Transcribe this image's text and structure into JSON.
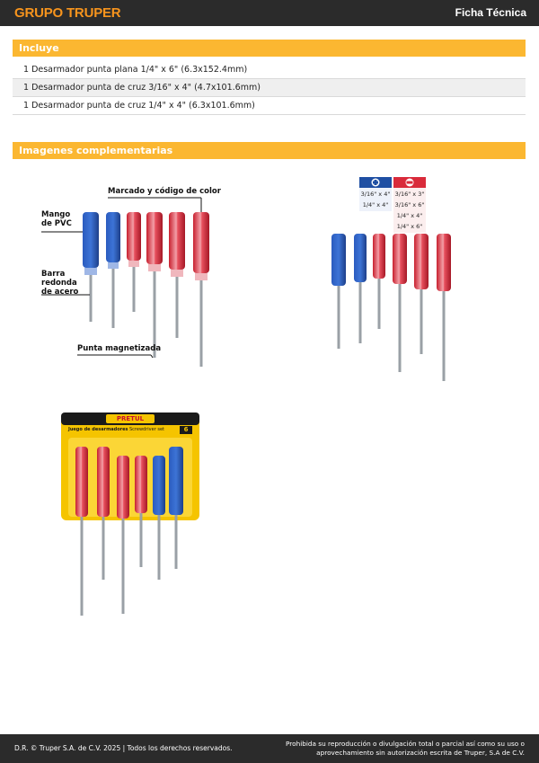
{
  "header": {
    "brand": "GRUPO TRUPER",
    "doc_type": "Ficha Técnica"
  },
  "includes": {
    "title": "Incluye",
    "items": [
      "1 Desarmador punta plana 1/4\" x 6\" (6.3x152.4mm)",
      "1 Desarmador punta de cruz 3/16\" x 4\" (4.7x101.6mm)",
      "1 Desarmador punta de cruz 1/4\" x 4\" (6.3x101.6mm)"
    ]
  },
  "images_section": {
    "title": "Imagenes complementarias"
  },
  "feature_callouts": {
    "marking": "Marcado y código de color",
    "handle": "Mango\nde PVC",
    "bar": "Barra\nredonda\nde acero",
    "tip": "Punta magnetizada"
  },
  "size_chart": {
    "phillips": [
      "3/16\" x 4\"",
      "1/4\" x 4\""
    ],
    "slotted": [
      "3/16\" x 3\"",
      "3/16\" x 6\"",
      "1/4\" x 4\"",
      "1/4\" x 6\""
    ]
  },
  "package": {
    "brand": "PRETUL",
    "title": "Juego de desarmadores",
    "subtitle": "Screwdriver set",
    "count": "6"
  },
  "colors": {
    "accent": "#fbb731",
    "brand_orange": "#f7941d",
    "dark": "#2b2b2b",
    "blue": "#1f4fa3",
    "red": "#d92a3a"
  },
  "footer": {
    "copyright": "D.R. © Truper S.A. de C.V. 2025 | Todos los derechos reservados.",
    "legal": "Prohibida su reproducción o divulgación total o parcial así como su uso o aprovechamiento sin autorización escrita de Truper, S.A de C.V."
  }
}
